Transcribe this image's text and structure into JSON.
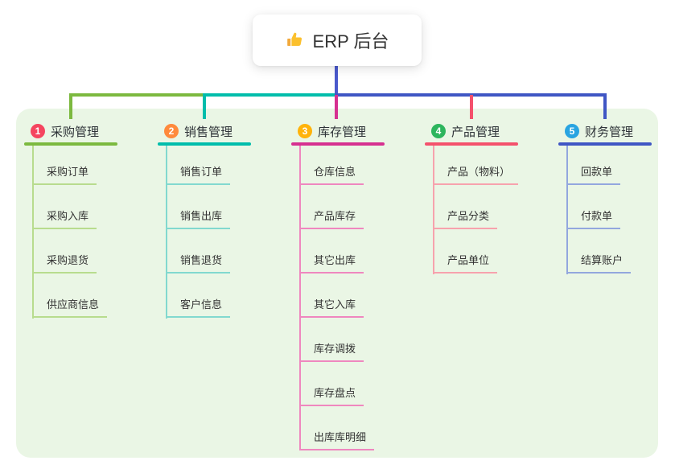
{
  "root": {
    "title": "ERP 后台",
    "icon": "thumbs-up-icon",
    "line_color": "#4a59cc"
  },
  "panel": {
    "background": "#eaf6e5"
  },
  "branches": [
    {
      "number": "1",
      "label": "采购管理",
      "color": "#7cb93f",
      "light_color": "#b8dc8e",
      "badge_color": "#f5455f",
      "items": [
        "采购订单",
        "采购入库",
        "采购退货",
        "供应商信息"
      ]
    },
    {
      "number": "2",
      "label": "销售管理",
      "color": "#00bdab",
      "light_color": "#82d9cf",
      "badge_color": "#ff8a3c",
      "items": [
        "销售订单",
        "销售出库",
        "销售退货",
        "客户信息"
      ]
    },
    {
      "number": "3",
      "label": "库存管理",
      "color": "#d63090",
      "light_color": "#ef87bf",
      "badge_color": "#ffb30a",
      "items": [
        "仓库信息",
        "产品库存",
        "其它出库",
        "其它入库",
        "库存调拨",
        "库存盘点",
        "出库库明细"
      ]
    },
    {
      "number": "4",
      "label": "产品管理",
      "color": "#f4516c",
      "light_color": "#f7a2ad",
      "badge_color": "#2db55d",
      "items": [
        "产品（物料）",
        "产品分类",
        "产品单位"
      ]
    },
    {
      "number": "5",
      "label": "财务管理",
      "color": "#3f56c4",
      "light_color": "#93a7de",
      "badge_color": "#29a4e1",
      "items": [
        "回款单",
        "付款单",
        "结算账户"
      ]
    }
  ]
}
